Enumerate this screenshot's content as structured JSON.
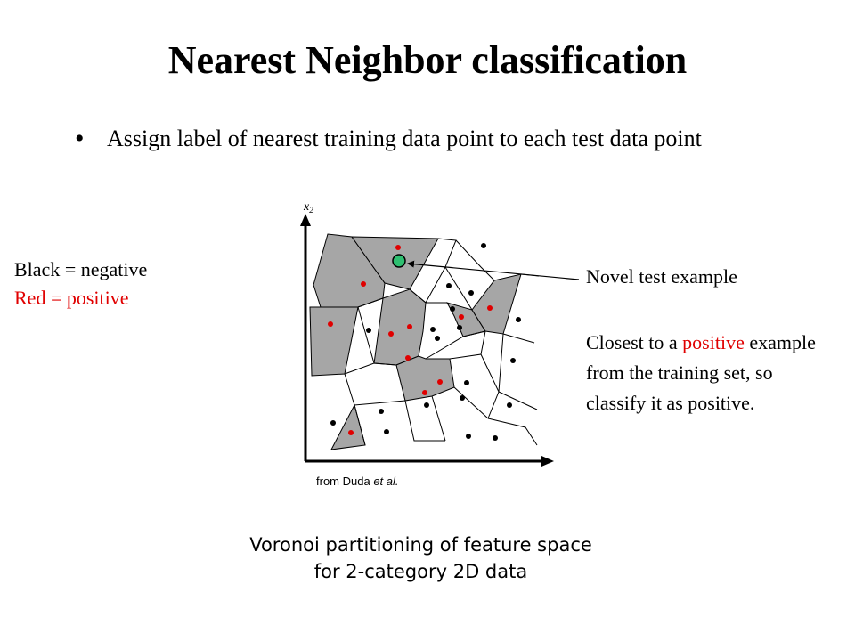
{
  "slide": {
    "title": "Nearest Neighbor classification",
    "bullet_marker": "•",
    "bullet_text": "Assign label of nearest training data point to each test data point"
  },
  "legend": {
    "negative": "Black = negative",
    "positive": "Red = positive"
  },
  "annotation": {
    "novel": "Novel test example",
    "closest_before": "Closest to a",
    "closest_highlight": "positive",
    "closest_after": "example from the training set, so classify it as positive."
  },
  "figure": {
    "axis_label": "x",
    "axis_subscript": "2",
    "credit_prefix": "from Duda ",
    "credit_italic": "et al.",
    "caption_line1": "Voronoi partitioning of feature space",
    "caption_line2": "for 2-category 2D data",
    "colors": {
      "positive": "#e00000",
      "negative": "#000000",
      "positive_cell": "#a6a6a6",
      "test_point": "#2fbf71"
    }
  }
}
